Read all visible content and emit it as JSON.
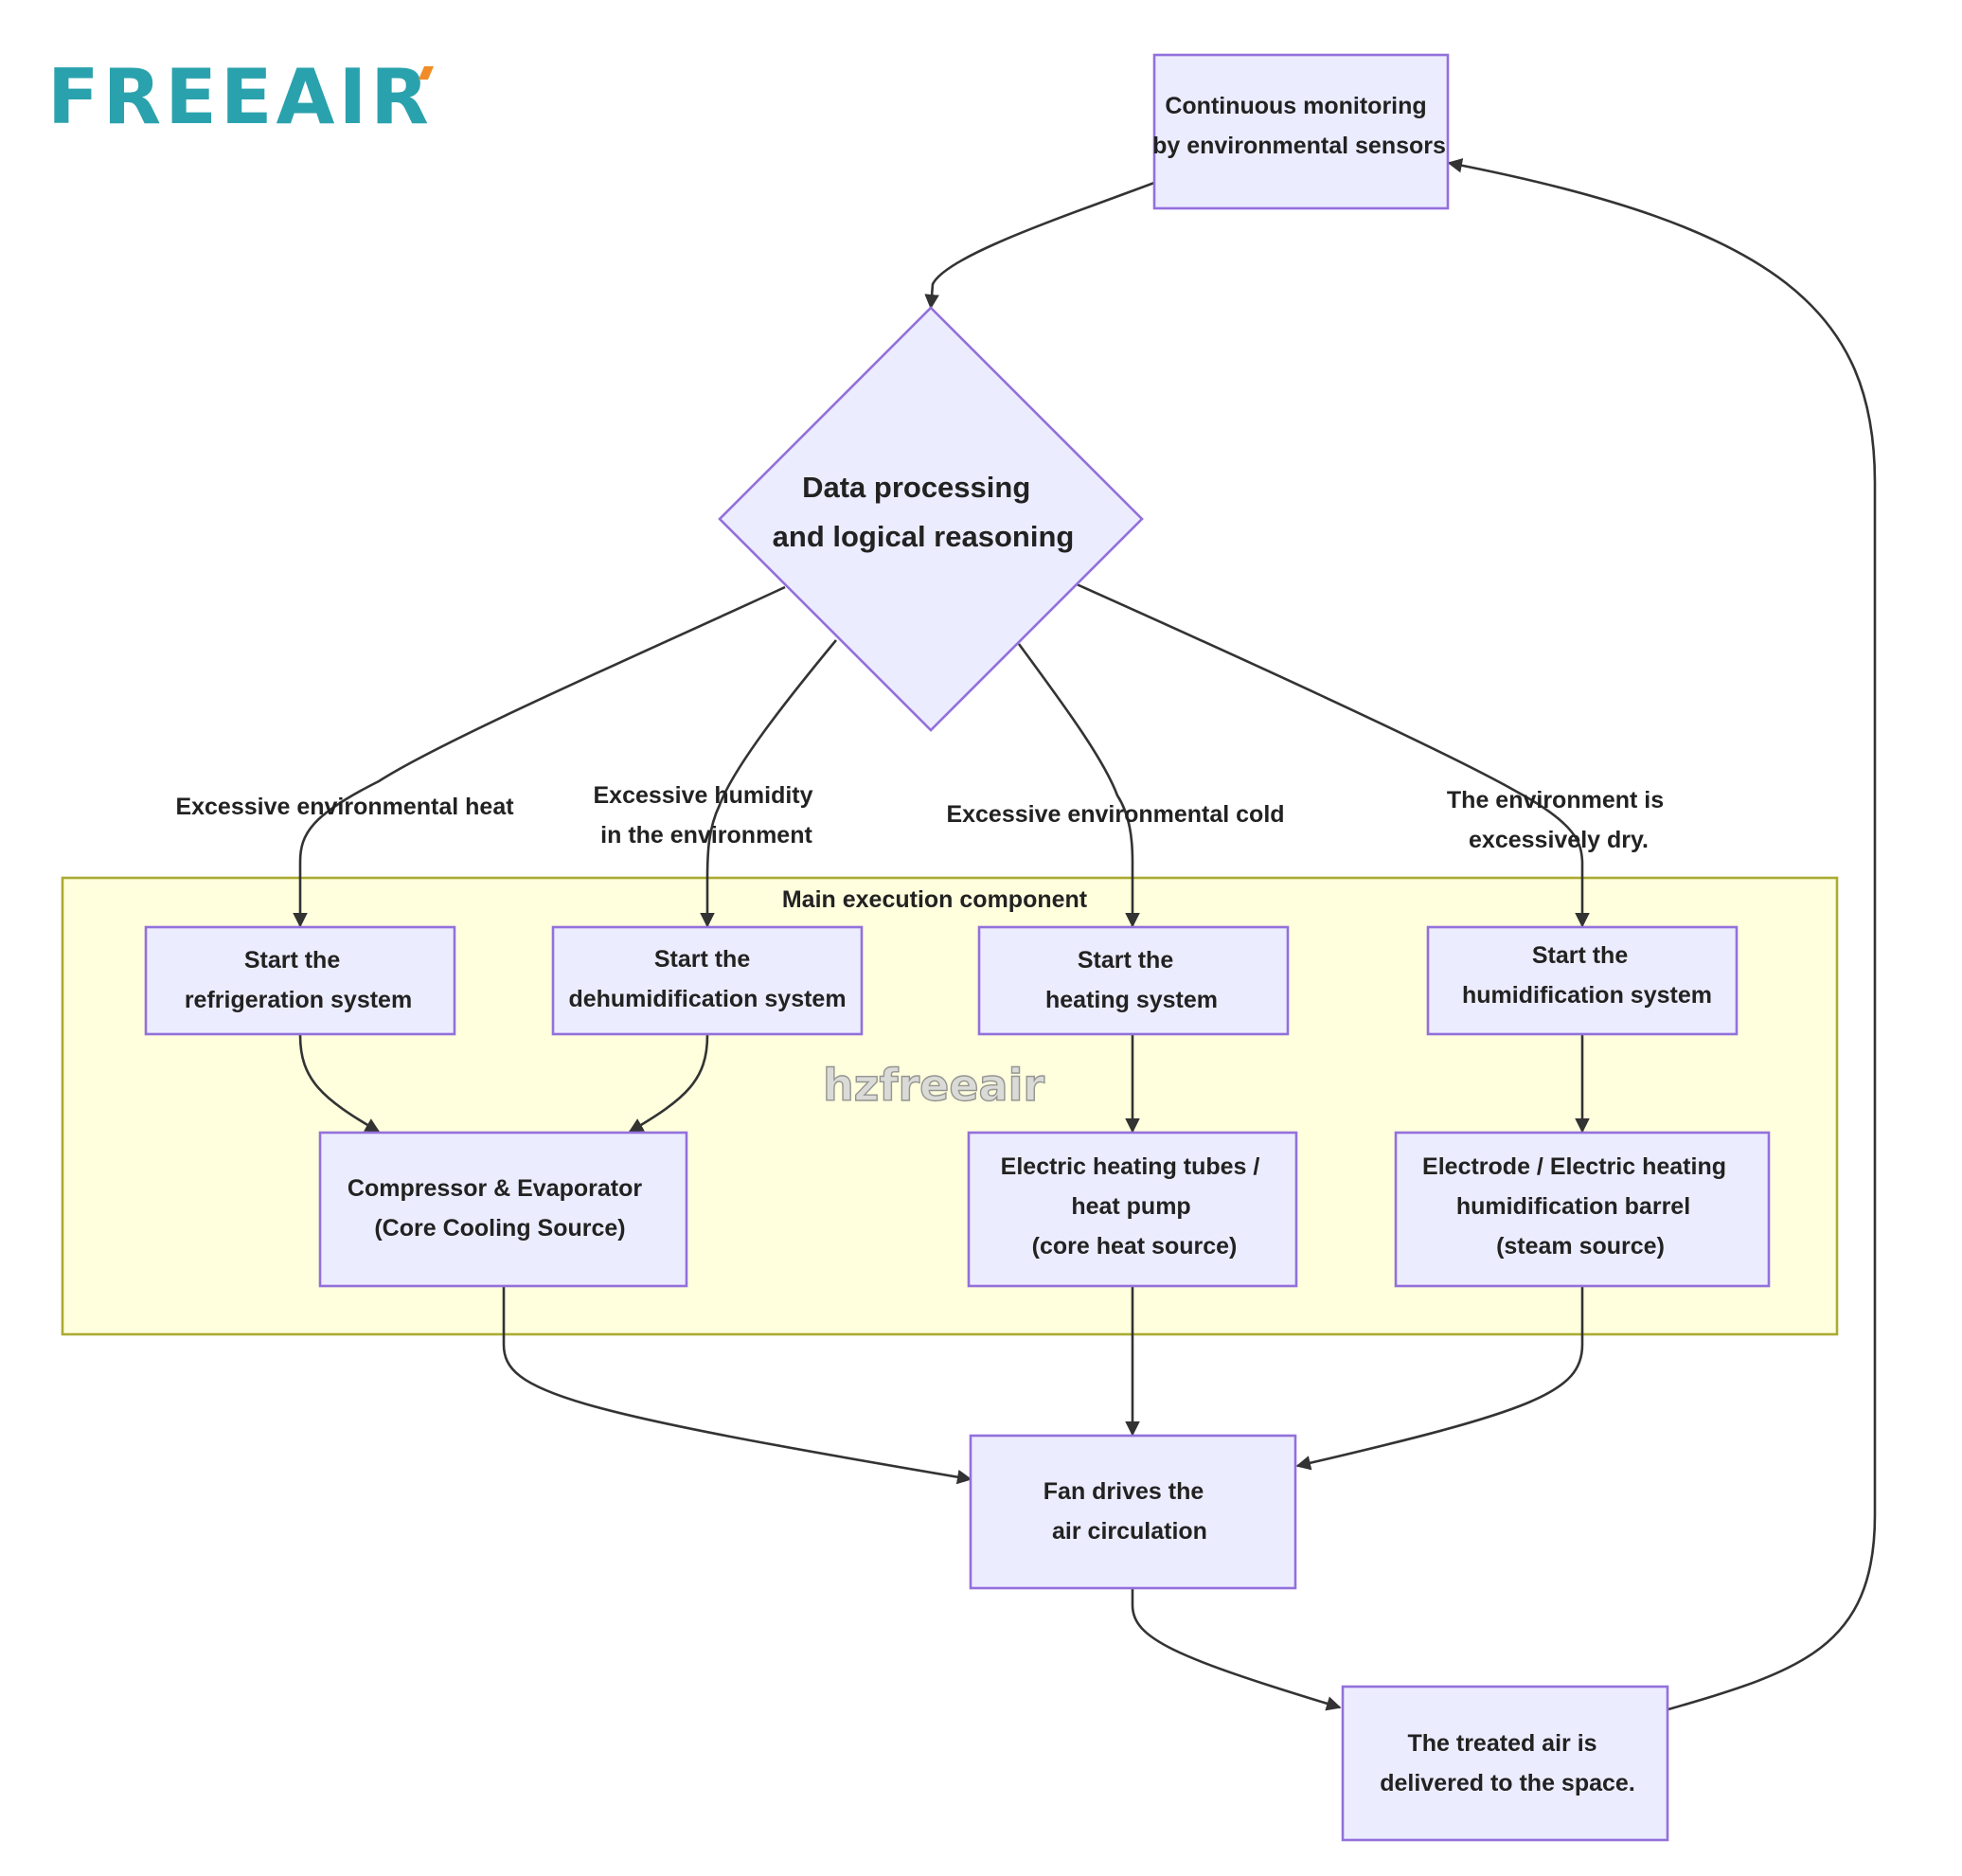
{
  "logo": {
    "text": "FREEAIR",
    "color": "#2AA2AD",
    "accent": "#F28C28"
  },
  "watermark": "hzfreeair",
  "cluster": {
    "label": "Main execution component"
  },
  "nodes": {
    "monitor": {
      "lines": [
        "Continuous monitoring",
        "by environmental sensors"
      ]
    },
    "decision": {
      "lines": [
        "Data processing",
        "and logical reasoning"
      ]
    },
    "refrig": {
      "lines": [
        "Start the",
        "refrigeration system"
      ]
    },
    "dehumid": {
      "lines": [
        "Start the",
        "dehumidification system"
      ]
    },
    "heating": {
      "lines": [
        "Start the",
        "heating system"
      ]
    },
    "humid": {
      "lines": [
        "Start the",
        "humidification system"
      ]
    },
    "compressor": {
      "lines": [
        "Compressor & Evaporator",
        "(Core Cooling Source)"
      ]
    },
    "heater": {
      "lines": [
        "Electric heating tubes /",
        "heat pump",
        "(core heat source)"
      ]
    },
    "electrode": {
      "lines": [
        "Electrode / Electric heating",
        "humidification barrel",
        "(steam source)"
      ]
    },
    "fan": {
      "lines": [
        "Fan drives the",
        "air circulation"
      ]
    },
    "delivery": {
      "lines": [
        "The treated air is",
        "delivered to the space."
      ]
    }
  },
  "edge_labels": {
    "heat": {
      "lines": [
        "Excessive environmental heat"
      ]
    },
    "humidity": {
      "lines": [
        "Excessive humidity",
        "in the environment"
      ]
    },
    "cold": {
      "lines": [
        "Excessive environmental cold"
      ]
    },
    "dry": {
      "lines": [
        "The environment is",
        "excessively dry."
      ]
    }
  },
  "colors": {
    "node_fill": "#ECECFF",
    "node_stroke": "#9370DB",
    "cluster_fill": "#FFFFDE",
    "cluster_stroke": "#AAAA33",
    "edge": "#333333"
  }
}
